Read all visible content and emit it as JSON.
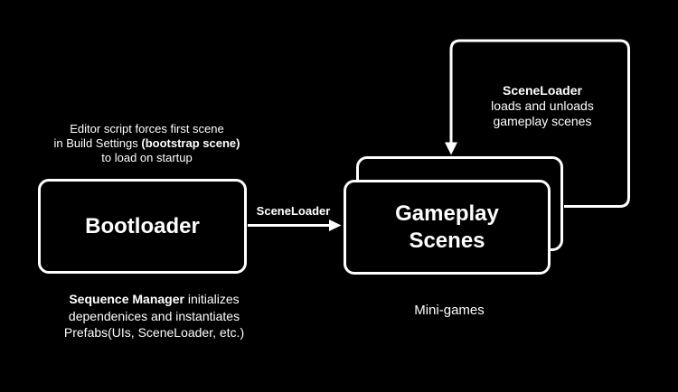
{
  "colors": {
    "background": "#000000",
    "stroke": "#ffffff",
    "text": "#ffffff"
  },
  "notes": {
    "bootstrap": {
      "line1": "Editor script forces first scene",
      "line2_regular": "in Build Settings ",
      "line2_bold": "(bootstrap scene)",
      "line3": "to load on startup"
    },
    "sequence": {
      "line1_bold": "Sequence Manager",
      "line1_regular": " initializes",
      "line2": "dependenices and instantiates",
      "line3": "Prefabs(UIs, SceneLoader, etc.)"
    },
    "mini_games": "Mini-games"
  },
  "nodes": {
    "bootloader": {
      "label": "Bootloader"
    },
    "gameplay_scenes": {
      "label_line1": "Gameplay",
      "label_line2": "Scenes"
    }
  },
  "edges": {
    "bootloader_to_gameplay": {
      "label": "SceneLoader"
    },
    "gameplay_loop": {
      "label_line1_bold": "SceneLoader",
      "label_line2": "loads and unloads",
      "label_line3": "gameplay scenes"
    }
  }
}
